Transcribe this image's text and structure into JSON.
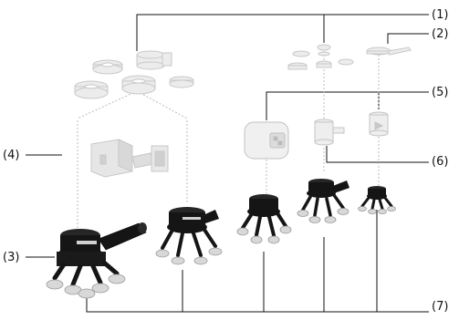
{
  "callouts": {
    "c1": "(1)",
    "c2": "(2)",
    "c3": "(3)",
    "c4": "(4)",
    "c5": "(5)",
    "c6": "(6)",
    "c7": "(7)"
  },
  "colors": {
    "ink": "#111111",
    "ghost_fill": "#ececec",
    "ghost_stroke": "#c8c8c8",
    "mid_grey": "#dcdcdc",
    "body_dark": "#151515",
    "foot_grey": "#d8d8d8",
    "dotted_leader": "#bbbbbb"
  }
}
